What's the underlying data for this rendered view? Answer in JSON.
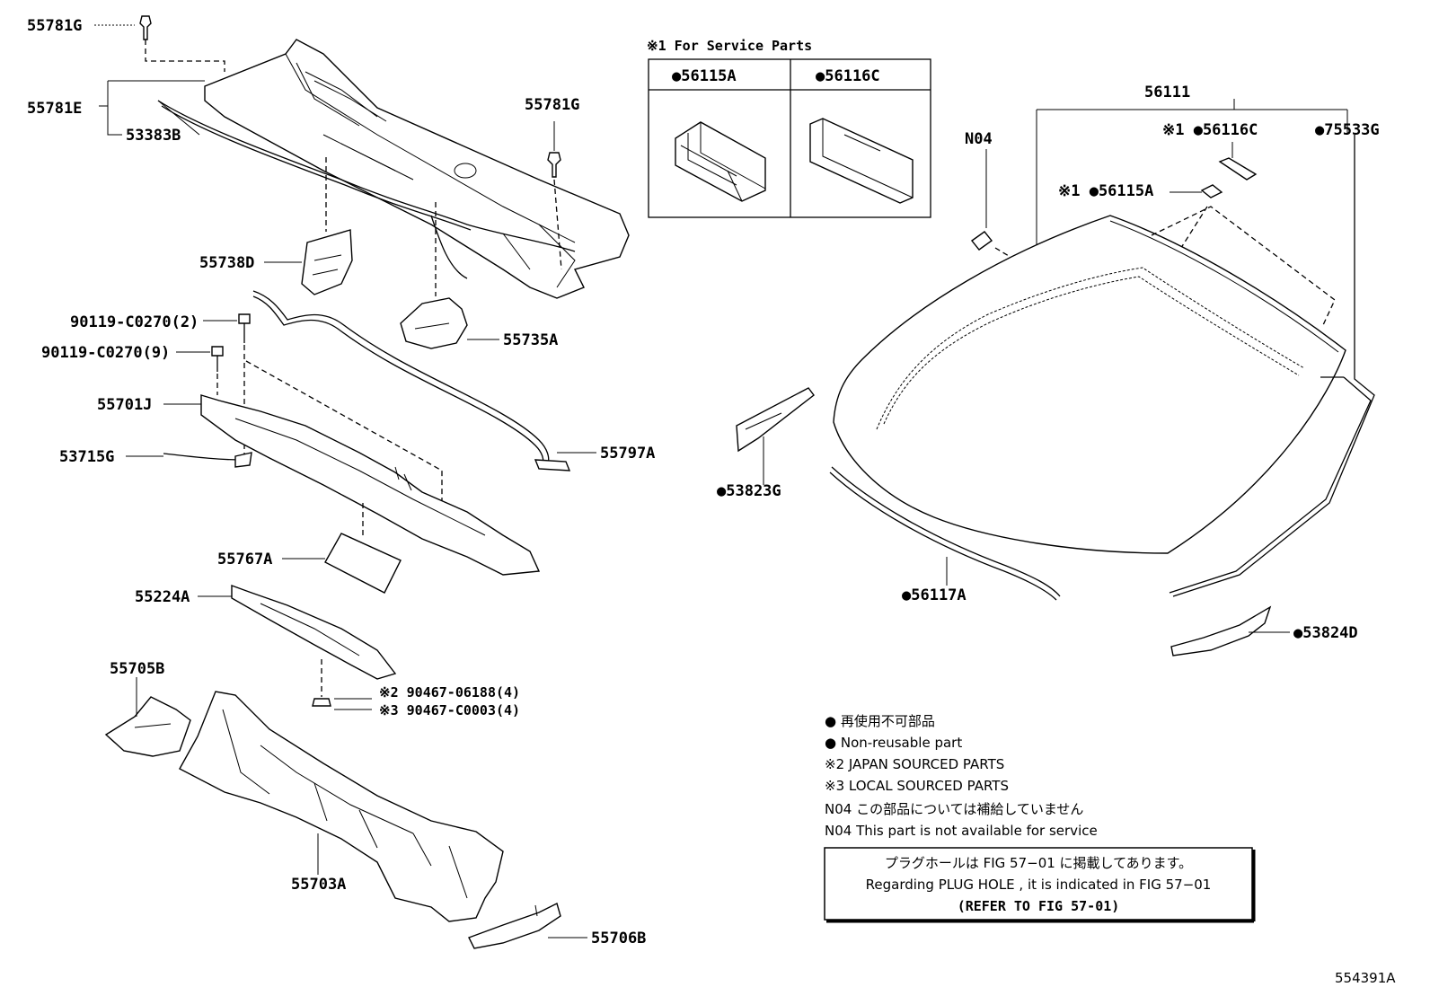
{
  "service_parts": {
    "title": "※1 For Service Parts",
    "col1": "●56115A",
    "col2": "●56116C"
  },
  "labels": {
    "p55781G_top": "55781G",
    "p55781E": "55781E",
    "p53383B": "53383B",
    "p55781G_right": "55781G",
    "p55738D": "55738D",
    "p55735A": "55735A",
    "p90119_2": "90119-C0270(2)",
    "p90119_9": "90119-C0270(9)",
    "p55701J": "55701J",
    "p53715G": "53715G",
    "p55797A": "55797A",
    "p55767A": "55767A",
    "p55224A": "55224A",
    "p90467_1": "※2 90467-06188(4)",
    "p90467_2": "※3 90467-C0003(4)",
    "p55705B": "55705B",
    "p55703A": "55703A",
    "p55706B": "55706B",
    "p56111": "56111",
    "pN04": "N04",
    "p56116C": "※1 ●56116C",
    "p75533G": "●75533G",
    "p56115A": "※1 ●56115A",
    "p53823G": "●53823G",
    "p56117A": "●56117A",
    "p53824D": "●53824D"
  },
  "legend": {
    "line1": "● 再使用不可部品",
    "line2": "● Non-reusable part",
    "line3": "※2 JAPAN SOURCED PARTS",
    "line4": "※3 LOCAL SOURCED PARTS",
    "line5": "N04 この部品については補給していません",
    "line6": "N04 This part is not available for service"
  },
  "notebox": {
    "line1": "プラグホールは FIG 57−01 に掲載してあります。",
    "line2": "Regarding PLUG HOLE , it is indicated in FIG 57−01",
    "line3": "(REFER TO FIG 57-01)"
  },
  "figure_id": "554391A"
}
